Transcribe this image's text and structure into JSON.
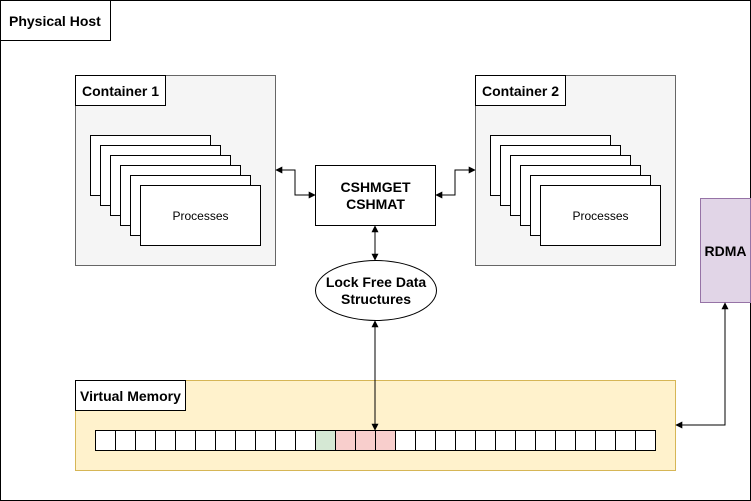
{
  "host": {
    "label": "Physical Host"
  },
  "containers": [
    {
      "label": "Container 1",
      "stack_label": "Processes"
    },
    {
      "label": "Container 2",
      "stack_label": "Processes"
    }
  ],
  "api": {
    "line1": "CSHMGET",
    "line2": "CSHMAT"
  },
  "lockfree": {
    "line1": "Lock Free Data",
    "line2": "Structures"
  },
  "rdma": {
    "label": "RDMA"
  },
  "vmem": {
    "label": "Virtual Memory",
    "cell_states": [
      "empty",
      "empty",
      "empty",
      "empty",
      "empty",
      "empty",
      "empty",
      "empty",
      "empty",
      "empty",
      "empty",
      "green",
      "red",
      "red",
      "red",
      "empty",
      "empty",
      "empty",
      "empty",
      "empty",
      "empty",
      "empty",
      "empty",
      "empty",
      "empty",
      "empty",
      "empty",
      "empty"
    ]
  },
  "colors": {
    "container_fill": "#f5f5f5",
    "container_border": "#666666",
    "vmem_fill": "#fff2cc",
    "vmem_border": "#d6b656",
    "rdma_fill": "#e1d5e7",
    "rdma_border": "#9673a6",
    "cell_green": "#d5e8d4",
    "cell_red": "#f8cecc"
  }
}
